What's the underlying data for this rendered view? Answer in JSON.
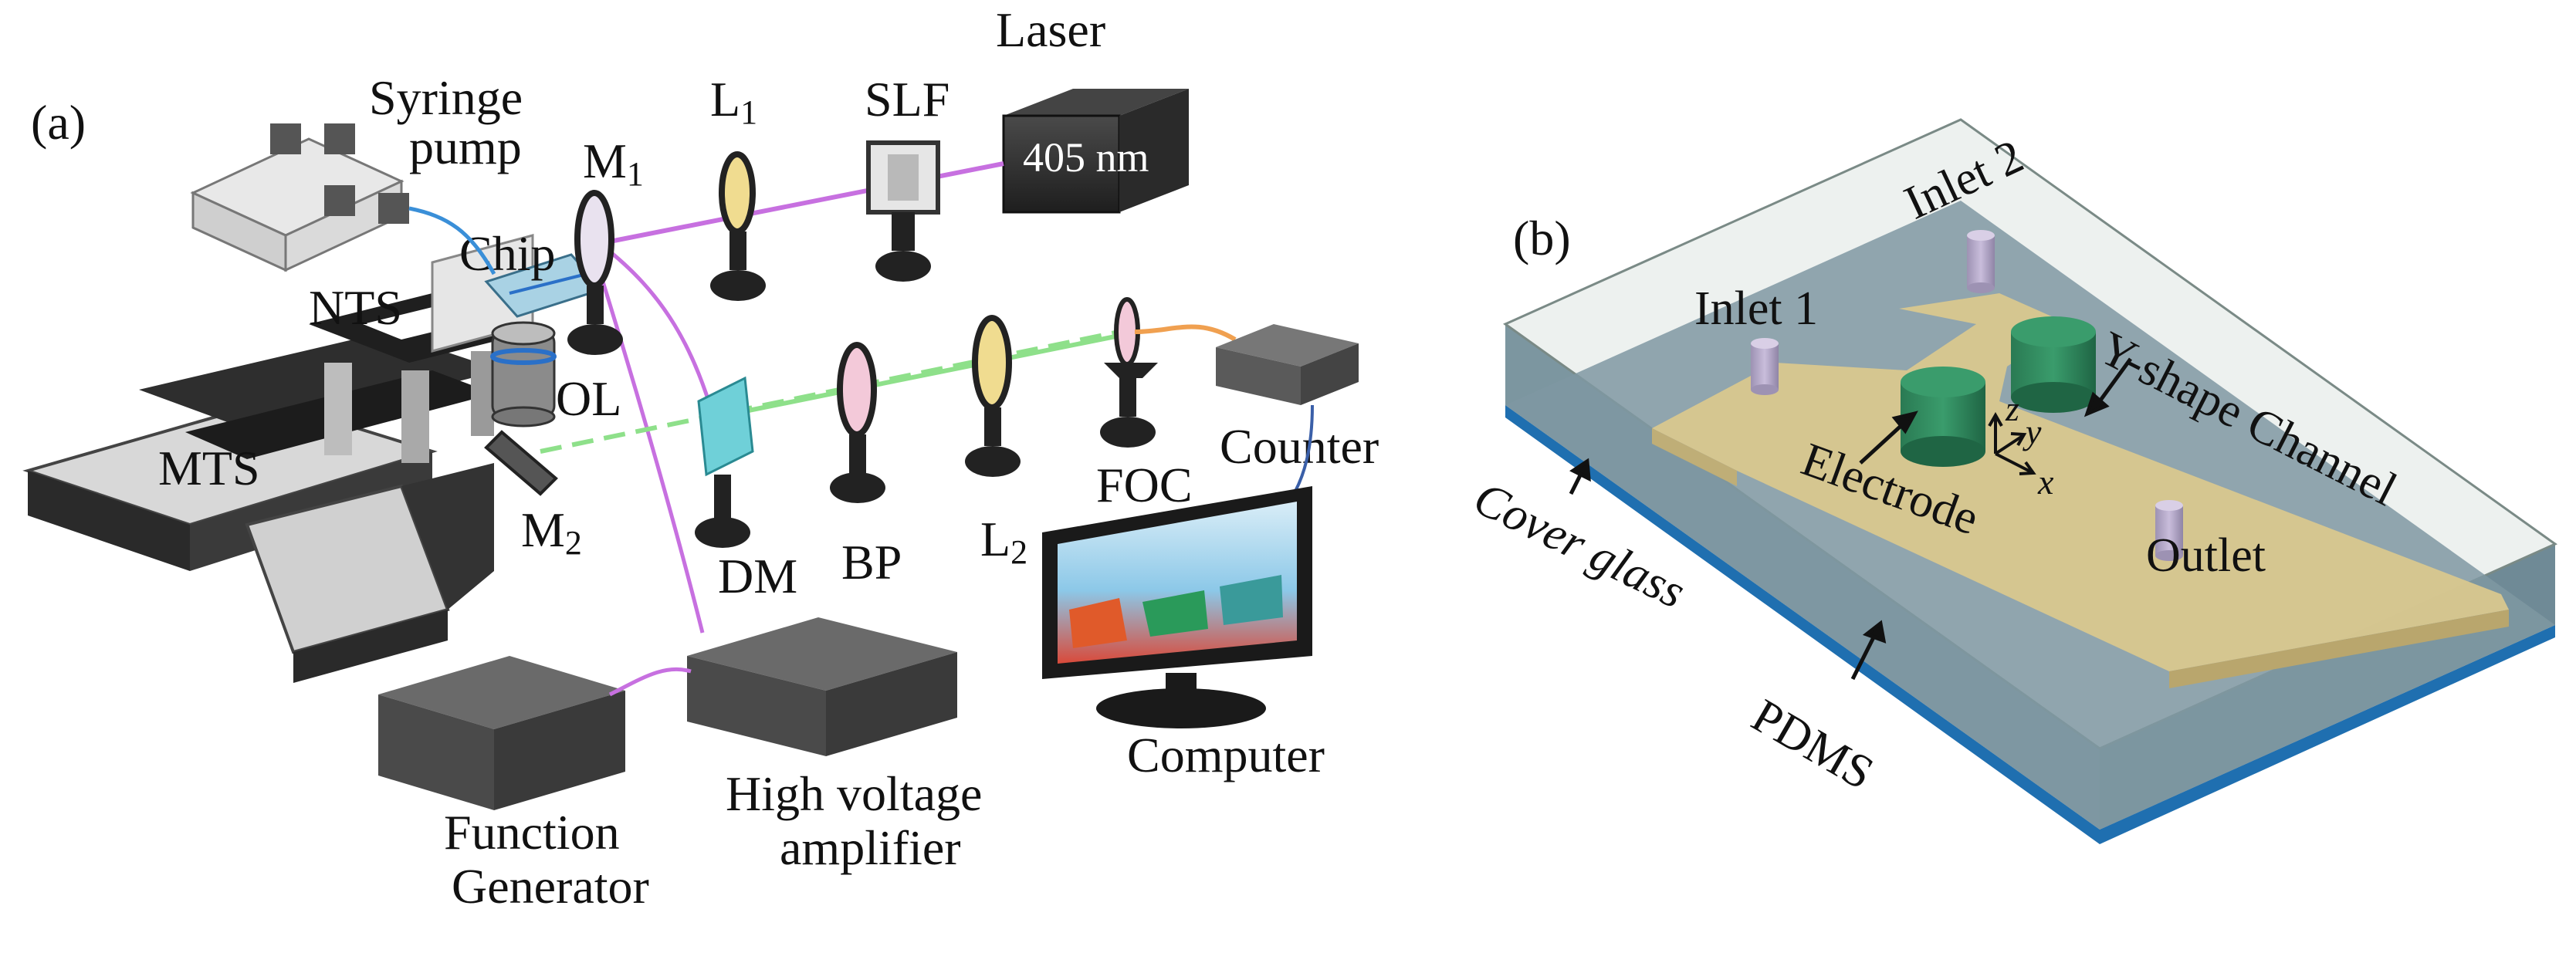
{
  "panel_a": {
    "tag": "(a)",
    "labels": {
      "syringe_pump": [
        "Syringe",
        "pump"
      ],
      "chip": "Chip",
      "nts": "NTS",
      "mts": "MTS",
      "ol": "OL",
      "m1": {
        "base": "M",
        "sub": "1"
      },
      "m2": {
        "base": "M",
        "sub": "2"
      },
      "l1": {
        "base": "L",
        "sub": "1"
      },
      "l2": {
        "base": "L",
        "sub": "2"
      },
      "slf": "SLF",
      "laser": "Laser",
      "laser_box": "405 nm",
      "dm": "DM",
      "bp": "BP",
      "foc": "FOC",
      "counter": "Counter",
      "computer": "Computer",
      "function_generator": [
        "Function",
        "Generator"
      ],
      "hv_amplifier": [
        "High voltage",
        "amplifier"
      ]
    },
    "colors": {
      "laser_beam": "#c770e0",
      "signal_beam": "#8ee08a",
      "fiber": "#f0a050",
      "tubing": "#3a8fd8",
      "device_dark": "#2b2b2b",
      "device_gray": "#555555"
    }
  },
  "panel_b": {
    "tag": "(b)",
    "labels": {
      "inlet1": "Inlet 1",
      "inlet2": "Inlet 2",
      "electrode": "Electrode",
      "channel": "Y-shape Channel",
      "outlet": "Outlet",
      "cover_glass": "Cover glass",
      "pdms": "PDMS",
      "axis_x": "x",
      "axis_y": "y",
      "axis_z": "z"
    },
    "colors": {
      "pdms": "#7f98a2",
      "cover_glass": "#1f6fb0",
      "channel": "#d9c78e",
      "electrode": "#2f8a5e",
      "inlet": "#b3a6c6"
    }
  }
}
